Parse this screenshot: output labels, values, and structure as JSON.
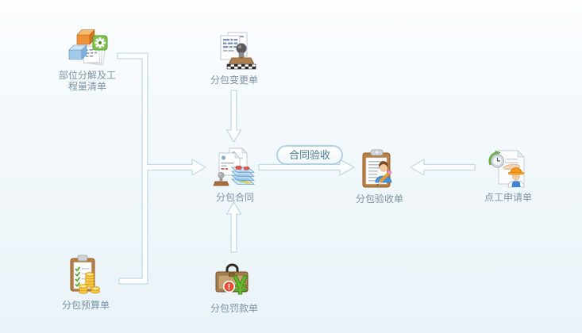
{
  "diagram": {
    "nodes": {
      "boq": {
        "label": "部位分解及工程量清单",
        "icon": "blocks-gear-documents-icon"
      },
      "change": {
        "label": "分包变更单",
        "icon": "documents-rubber-stamp-icon"
      },
      "contract": {
        "label": "分包合同",
        "icon": "contract-papers-seal-layers-icon"
      },
      "acceptance": {
        "label": "分包验收单",
        "icon": "clipboard-person-pencil-icon"
      },
      "daywork": {
        "label": "点工申请单",
        "icon": "document-timer-worker-icon"
      },
      "budget": {
        "label": "分包预算单",
        "icon": "checklist-coins-icon"
      },
      "fine": {
        "label": "分包罚款单",
        "icon": "briefcase-yuan-warning-icon",
        "currency_glyph": "¥",
        "alert_glyph": "!"
      }
    },
    "edge_badge": {
      "label": "合同验收"
    },
    "colors": {
      "label_text": "#7c93a6",
      "badge_text": "#4e7e9c",
      "badge_border": "#b2d2e2",
      "connector_stroke": "#c3d9e6",
      "connector_fill": "#fdfeff",
      "background_top": "#fcfeff",
      "background_bottom": "#eaf3f8"
    }
  }
}
